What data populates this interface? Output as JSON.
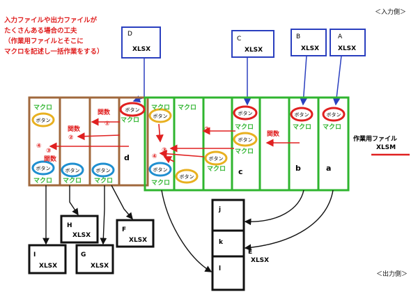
{
  "notes": [
    "入力ファイルや出力ファイルが",
    "たくさんある場合の工夫",
    "（作業用ファイルとそこに",
    "マクロを記述し一括作業をする）"
  ],
  "input_side": "＜入力側＞",
  "output_side": "＜出力側＞",
  "work_file": {
    "name": "作業用ファイル",
    "ext": "XLSM"
  },
  "input_files": [
    {
      "letter": "D",
      "ext": "XLSX"
    },
    {
      "letter": "C",
      "ext": "XLSX"
    },
    {
      "letter": "B",
      "ext": "XLSX"
    },
    {
      "letter": "A",
      "ext": "XLSX"
    }
  ],
  "output_files": [
    {
      "letter": "H",
      "ext": "XLSX"
    },
    {
      "letter": "F",
      "ext": "XLSX"
    },
    {
      "letter": "I",
      "ext": "XLSX"
    },
    {
      "letter": "G",
      "ext": "XLSX"
    }
  ],
  "output_e": {
    "letter": "E",
    "ext": "XLSX",
    "sheets": [
      "j",
      "k",
      "l"
    ]
  },
  "sheet_labels": {
    "d": "d",
    "c": "c",
    "b": "b",
    "a": "a"
  },
  "labels": {
    "macro": "マクロ",
    "button": "ボタン",
    "func": "関数",
    "n1": "①",
    "n2": "②",
    "n3": "③",
    "n4": "④"
  },
  "colors": {
    "red": "#e02020",
    "blue": "#2a3fbf",
    "brown": "#a0683c",
    "green": "#2fb52f",
    "black": "#111111",
    "orange": "#e8b020",
    "cyan": "#1f8fd0"
  }
}
